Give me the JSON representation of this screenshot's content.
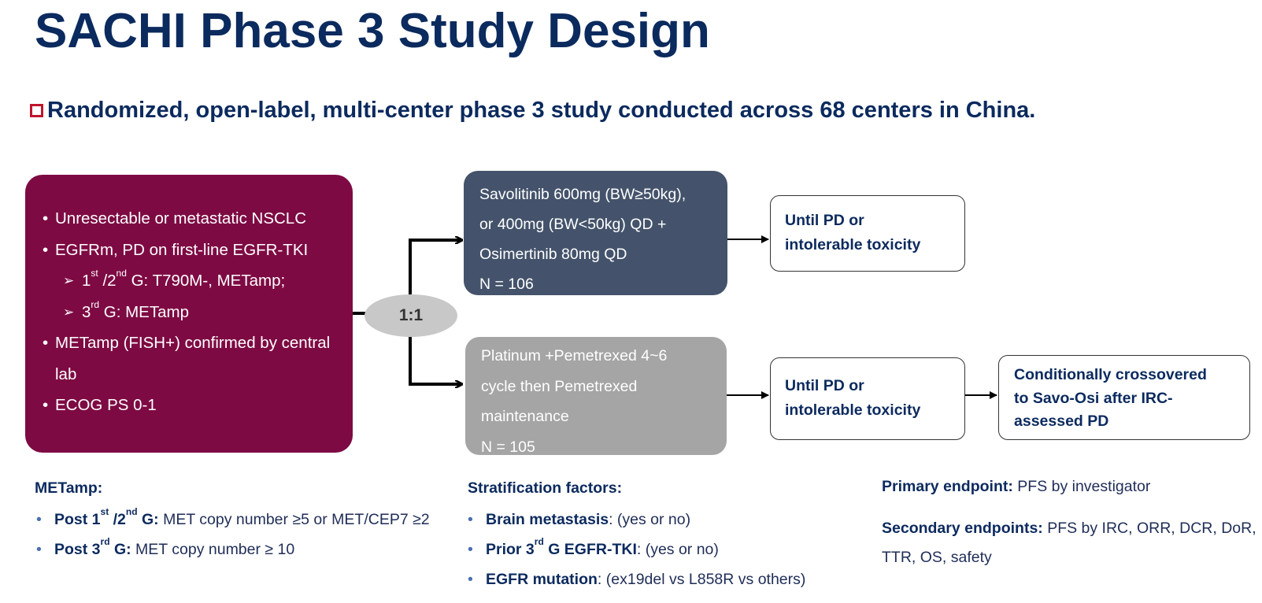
{
  "title": "SACHI Phase 3 Study Design",
  "subtitle": "Randomized, open-label, multi-center phase 3 study conducted across 68 centers in China.",
  "criteria": {
    "i1": "Unresectable or metastatic NSCLC",
    "i2": "EGFRm, PD on first-line EGFR-TKI",
    "s1_a": "1",
    "s1_sup1": "st",
    "s1_b": " /2",
    "s1_sup2": "nd",
    "s1_c": " G: T790M-, METamp;",
    "s2_a": "3",
    "s2_sup": "rd",
    "s2_b": " G: METamp",
    "i3": "METamp (FISH+) confirmed by central lab",
    "i4": "ECOG PS 0-1"
  },
  "ratio": "1:1",
  "arm1": {
    "l1": "Savolitinib 600mg (BW≥50kg),",
    "l2": "or 400mg (BW<50kg) QD +",
    "l3": "Osimertinib 80mg QD",
    "n": "N = 106"
  },
  "arm2": {
    "l1": "Platinum +Pemetrexed 4~6",
    "l2": "cycle then Pemetrexed",
    "l3": "maintenance",
    "n": "N = 105"
  },
  "note1": {
    "l1": "Until PD or",
    "l2": "intolerable toxicity"
  },
  "note2": {
    "l1": "Until PD or",
    "l2": "intolerable toxicity"
  },
  "note3": {
    "l1": "Conditionally crossovered",
    "l2": "to Savo-Osi after IRC-",
    "l3": "assessed PD"
  },
  "metamp": {
    "header": "METamp:",
    "b1_pre": "Post 1",
    "b1_sup1": "st",
    "b1_mid": " /2",
    "b1_sup2": "nd",
    "b1_post": " G:",
    "b1_text": " MET copy number ≥5 or MET/CEP7 ≥2",
    "b2_pre": "Post 3",
    "b2_sup": "rd",
    "b2_post": " G:",
    "b2_text": " MET copy number ≥ 10"
  },
  "strat": {
    "header": "Stratification factors:",
    "f1_label": "Brain metastasis",
    "f1_text": ": (yes or no)",
    "f2_pre": "Prior 3",
    "f2_sup": "rd",
    "f2_post": " G EGFR-TKI",
    "f2_text": ": (yes or no)",
    "f3_label": "EGFR mutation",
    "f3_text": ": (ex19del vs L858R vs others)"
  },
  "endpoints": {
    "primary_label": "Primary endpoint:",
    "primary_text": " PFS by investigator",
    "secondary_label": "Secondary endpoints:",
    "secondary_text": " PFS by IRC, ORR, DCR, DoR, TTR,  OS, safety"
  },
  "colors": {
    "criteria_bg": "#7e0a43",
    "arm1_bg": "#44536b",
    "arm2_bg": "#a5a5a5",
    "title": "#0b2a5e",
    "checkbox": "#c0142b"
  }
}
